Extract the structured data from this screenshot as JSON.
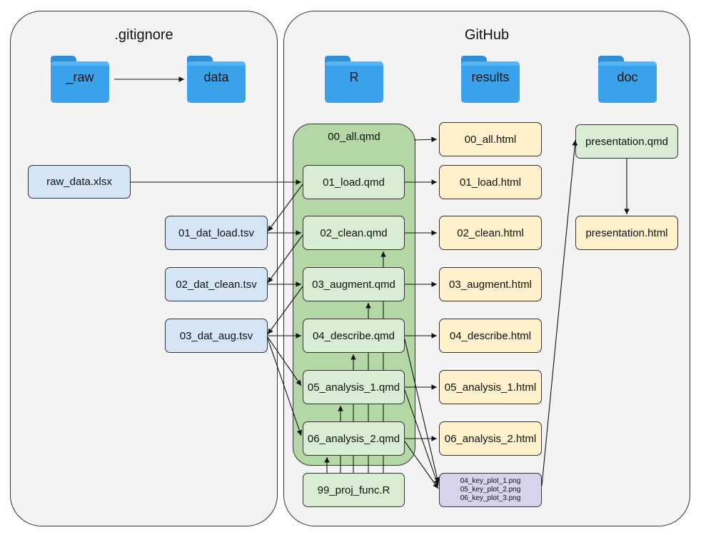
{
  "panels": {
    "gitignore": {
      "title": ".gitignore"
    },
    "github": {
      "title": "GitHub"
    }
  },
  "folders": {
    "raw": "_raw",
    "data": "data",
    "r": "R",
    "results": "results",
    "doc": "doc"
  },
  "group": {
    "label": "00_all.qmd"
  },
  "inputs": {
    "raw_data": "raw_data.xlsx",
    "dat_load": "01_dat_load.tsv",
    "dat_clean": "02_dat_clean.tsv",
    "dat_aug": "03_dat_aug.tsv"
  },
  "scripts": {
    "load": "01_load.qmd",
    "clean": "02_clean.qmd",
    "augment": "03_augment.qmd",
    "describe": "04_describe.qmd",
    "analysis1": "05_analysis_1.qmd",
    "analysis2": "06_analysis_2.qmd",
    "proj_func": "99_proj_func.R"
  },
  "results": {
    "all": "00_all.html",
    "load": "01_load.html",
    "clean": "02_clean.html",
    "augment": "03_augment.html",
    "describe": "04_describe.html",
    "analysis1": "05_analysis_1.html",
    "analysis2": "06_analysis_2.html"
  },
  "plots": [
    "04_key_plot_1.png",
    "05_key_plot_2.png",
    "06_key_plot_3.png"
  ],
  "doc": {
    "presentation_qmd": "presentation.qmd",
    "presentation_html": "presentation.html"
  }
}
